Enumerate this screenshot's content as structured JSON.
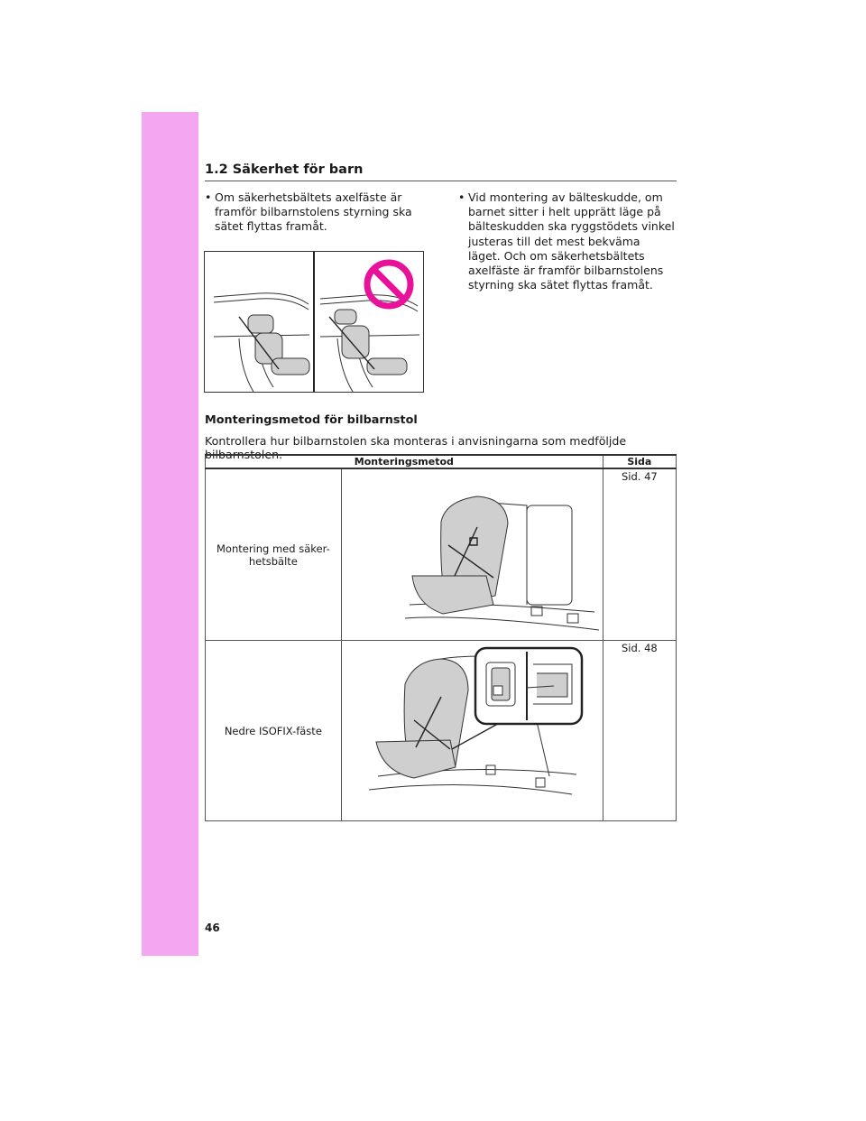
{
  "section": {
    "title": "1.2  Säkerhet för barn"
  },
  "bullets": {
    "left": "Om säkerhetsbältets axelfäste är framför bilbarnstolens styrning ska sätet flyttas framåt.",
    "right": "Vid montering av bälteskudde, om barnet sitter i helt upprätt läge på bälteskudden ska ryggstödets vinkel justeras till det mest bekväma läget. Och om säkerhetsbältets axelfäste är framför bilbarnstolens styrning ska sätet flyttas framåt."
  },
  "subheading": "Monteringsmetod för bilbarnstol",
  "intro": "Kontrollera hur bilbarnstolen ska monteras i anvisningarna som medföljde bilbarnstolen.",
  "table": {
    "headers": [
      "Monteringsmetod",
      "Sida"
    ],
    "rows": [
      {
        "method": "Montering med säker-\nhetsbälte",
        "page": "Sid. 47"
      },
      {
        "method": "Nedre ISOFIX-fäste",
        "page": "Sid. 48"
      }
    ]
  },
  "page_number": "46",
  "colors": {
    "side_tab": "#f5a6f0",
    "prohibition": "#e8119a"
  },
  "icons": [
    "prohibition-icon"
  ]
}
